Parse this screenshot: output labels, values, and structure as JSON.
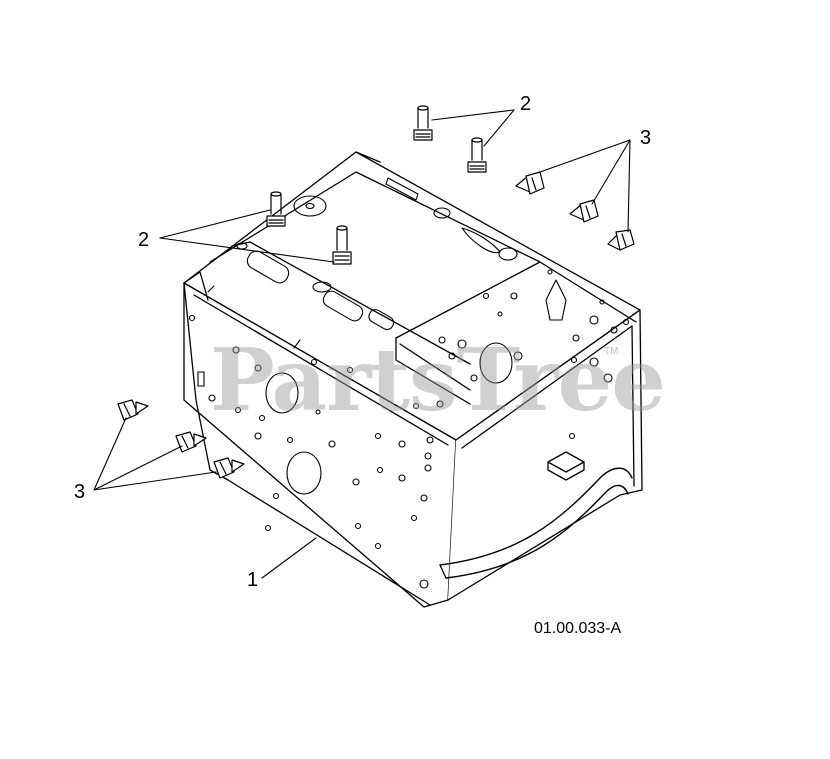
{
  "callouts": {
    "part_1": "1",
    "part_2_upper": "2",
    "part_2_left": "2",
    "part_3_right": "3",
    "part_3_left": "3"
  },
  "figure_code": "01.00.033-A",
  "watermark": {
    "text": "PartsTree",
    "tm": "TM"
  },
  "colors": {
    "line": "#000000",
    "watermark": "#969696"
  }
}
